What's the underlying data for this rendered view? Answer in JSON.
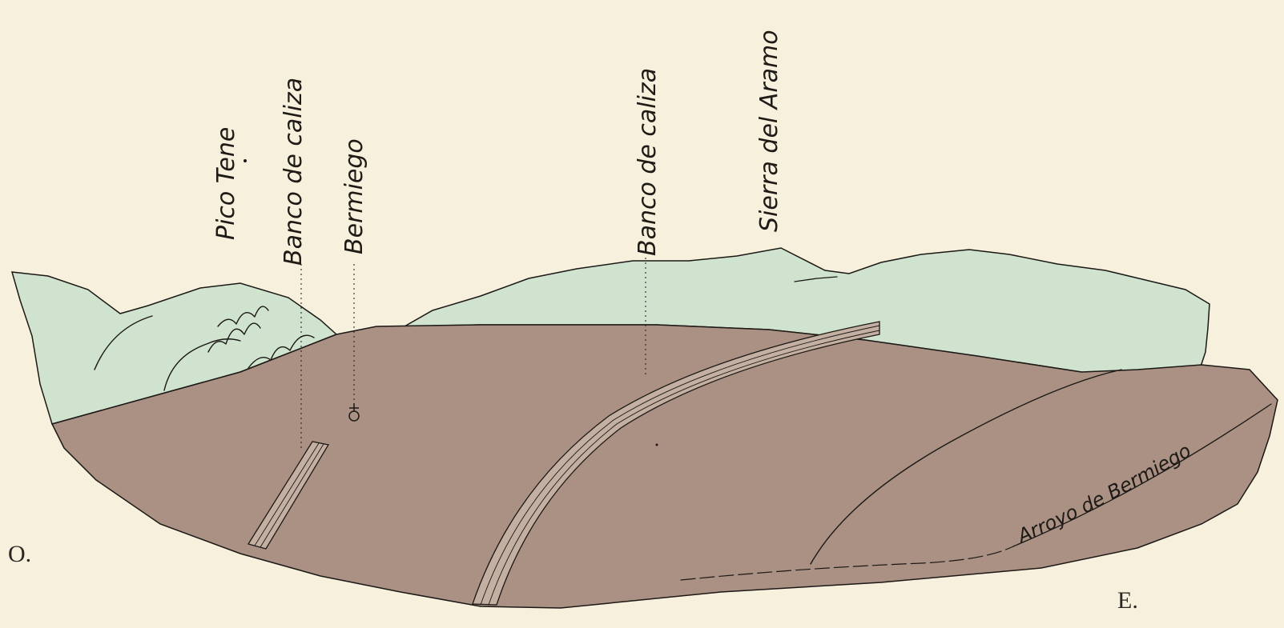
{
  "labels": {
    "pico_tene": "Pico Tene",
    "banco_caliza_left": "Banco de caliza",
    "bermiego": "Bermiego",
    "banco_caliza_right": "Banco de caliza",
    "sierra_aramo": "Sierra del Aramo",
    "arroyo_bermiego": "Arroyo de Bermiego",
    "west": "O.",
    "east": "E."
  },
  "colors": {
    "paper": "#f7f0dc",
    "green_mountains": "#cfe3cf",
    "brown_slope": "#aa9184",
    "ink": "#1b1815"
  }
}
